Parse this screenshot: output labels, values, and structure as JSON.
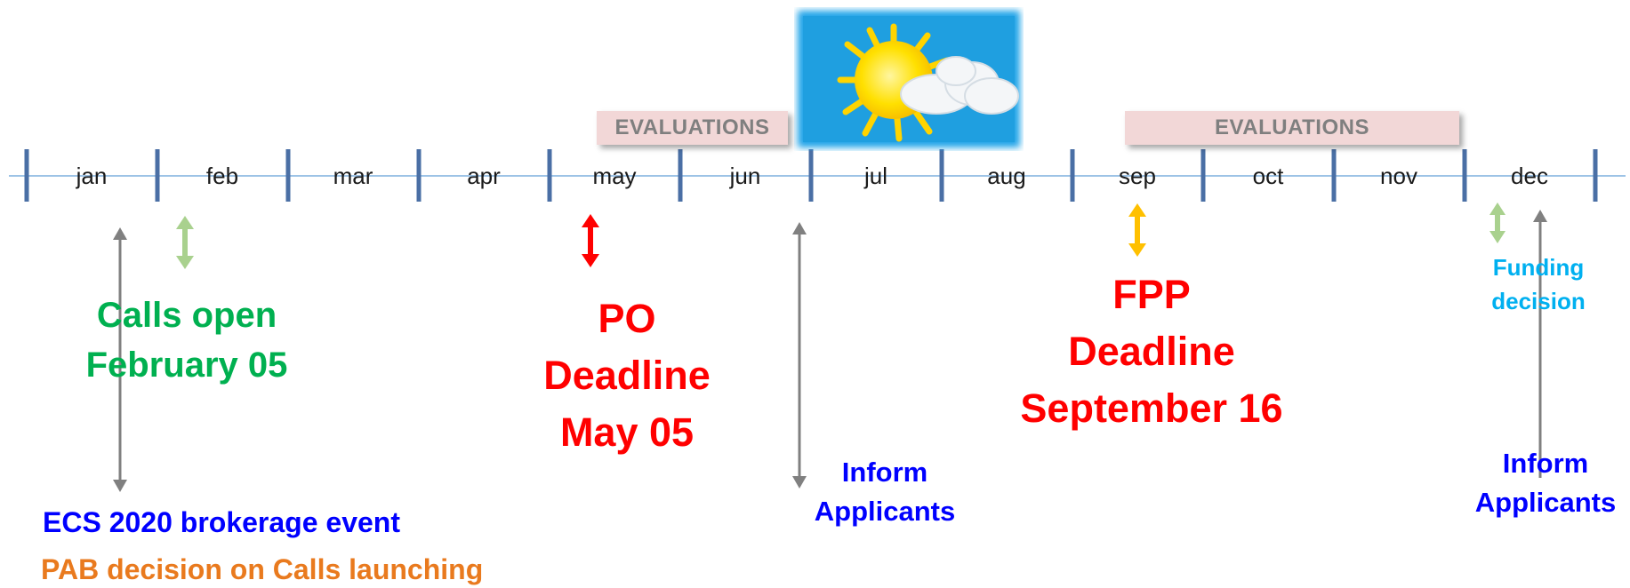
{
  "months": [
    "jan",
    "feb",
    "mar",
    "apr",
    "may",
    "jun",
    "jul",
    "aug",
    "sep",
    "oct",
    "nov",
    "dec"
  ],
  "evaluations": [
    {
      "label": "EVALUATIONS"
    },
    {
      "label": "EVALUATIONS"
    }
  ],
  "calls_open": {
    "line1": "Calls open",
    "line2": "February 05"
  },
  "po_deadline": {
    "line1": "PO",
    "line2": "Deadline",
    "line3": "May 05"
  },
  "fpp_deadline": {
    "line1": "FPP",
    "line2": "Deadline",
    "line3": "September 16"
  },
  "inform_applicants_jun": {
    "line1": "Inform",
    "line2": "Applicants"
  },
  "inform_applicants_dec": {
    "line1": "Inform",
    "line2": "Applicants"
  },
  "funding_decision": {
    "line1": "Funding",
    "line2": "decision"
  },
  "brokerage_event": "ECS 2020 brokerage event",
  "pab_decision": "PAB decision on Calls launching",
  "icons": {
    "summer": "sun-with-clouds-icon"
  },
  "colors": {
    "axis": "#4a6fa5",
    "axis_line": "#9dc3e6",
    "gray_arrow": "#808080",
    "light_green_arrow": "#a9d18e",
    "red_arrow": "#ff0000",
    "yellow_arrow": "#ffc000",
    "green_text": "#00b050",
    "red_text": "#ff0000",
    "blue_text": "#0000ff",
    "cyan_text": "#00b0f0",
    "orange_text": "#e97a1e",
    "eval_band": "#f2d7d7"
  }
}
